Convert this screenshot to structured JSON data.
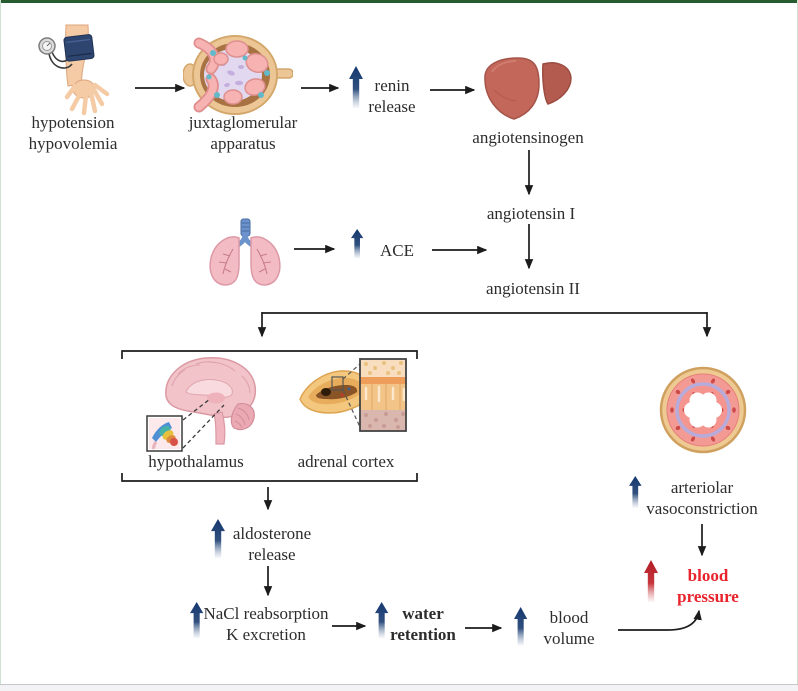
{
  "labels": {
    "hypotension_hypovolemia": "hypotension\nhypovolemia",
    "juxtaglomerular_apparatus": "juxtaglomerular\napparatus",
    "renin_release": "renin\nrelease",
    "angiotensinogen": "angiotensinogen",
    "angiotensin_i": "angiotensin I",
    "ace": "ACE",
    "angiotensin_ii": "angiotensin II",
    "hypothalamus": "hypothalamus",
    "adrenal_cortex": "adrenal cortex",
    "aldosterone_release": "aldosterone\nrelease",
    "nacl_k": "NaCl reabsorption\nK excretion",
    "water_retention": "water\nretention",
    "blood_volume": "blood\nvolume",
    "arteriolar_vasoconstriction": "arteriolar\nvasoconstriction",
    "blood_pressure": "blood\npressure"
  },
  "colors": {
    "top_border_green": "#275c30",
    "up_arrow_blue": "#16386e",
    "up_arrow_red": "#bf2630",
    "blood_pressure_text": "#e8232b",
    "connector_black": "#1c1c1c"
  },
  "icons": {
    "arm_cuff": "arm-with-blood-pressure-cuff",
    "jga": "juxtaglomerular-apparatus",
    "liver": "liver",
    "lungs": "lungs",
    "brain": "brain-with-hypothalamus-inset",
    "adrenal": "adrenal-gland-with-cortex-inset",
    "vessel": "arteriole-cross-section"
  }
}
